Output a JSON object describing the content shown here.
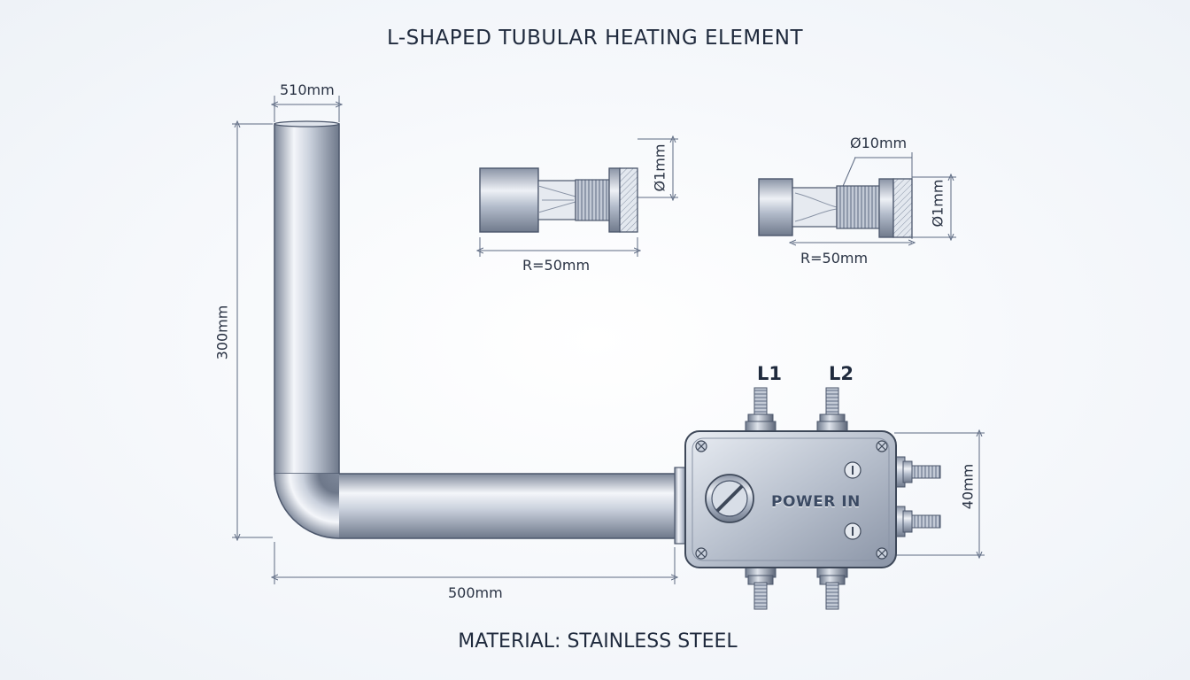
{
  "title": "L-SHAPED TUBULAR HEATING ELEMENT",
  "material": "MATERIAL: STAINLESS STEEL",
  "dimensions": {
    "top_width": "510mm",
    "height": "300mm",
    "bottom_length": "500mm",
    "box_height": "40mm",
    "fitting1_diameter": "Ø1mm",
    "fitting1_length": "R=50mm",
    "fitting2_tube_diameter": "Ø10mm",
    "fitting2_diameter": "Ø1mm",
    "fitting2_length": "R=50mm"
  },
  "terminals": {
    "l1": "L1",
    "l2": "L2"
  },
  "box_label": "POWER IN",
  "colors": {
    "line": "#5d6a82",
    "metal_dark": "#6f7a8c",
    "metal_light": "#eef1f6",
    "text": "#1f2a3d"
  }
}
